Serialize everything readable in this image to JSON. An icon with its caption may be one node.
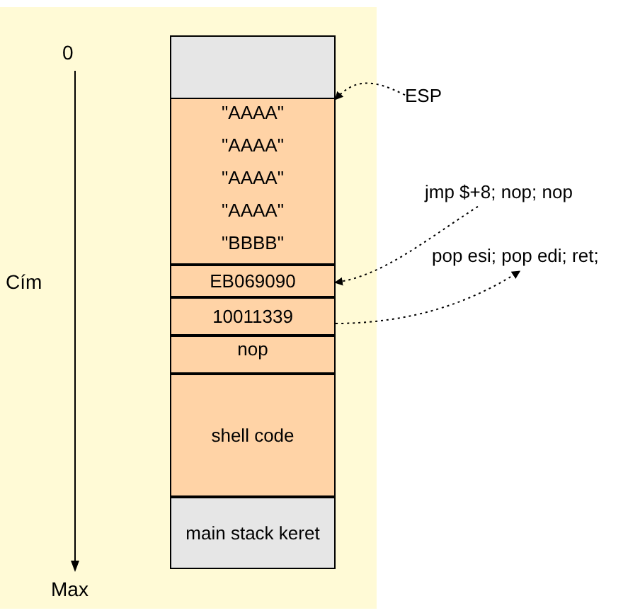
{
  "diagram": {
    "nodes": [
      {
        "text": [],
        "shape": "box"
      },
      {
        "text": [
          "\"AAAA\"",
          "\"AAAA\"",
          "\"AAAA\"",
          "\"AAAA\"",
          "\"BBBB\""
        ]
      },
      {
        "text": [
          "EB069090"
        ]
      },
      {
        "text": [
          "10011339"
        ]
      },
      {
        "text": [
          "nop"
        ]
      },
      {
        "text": [
          "shell code"
        ]
      },
      {
        "text": [
          "main stack keret"
        ]
      },
      {
        "text": [
          "ESP"
        ]
      },
      {
        "text": [
          "jmp $+8; nop; nop"
        ]
      },
      {
        "text": [
          "pop esi; pop edi; ret;"
        ]
      }
    ],
    "edges": [
      {
        "from": 7,
        "to": 1,
        "arrow": "to",
        "style": "dashed"
      },
      {
        "from": 8,
        "to": 2,
        "arrow": "to",
        "style": "dashed"
      },
      {
        "from": 3,
        "to": 9,
        "arrow": "to",
        "style": "dashed"
      }
    ],
    "labels": [
      "0",
      "Cím",
      "Max"
    ]
  }
}
